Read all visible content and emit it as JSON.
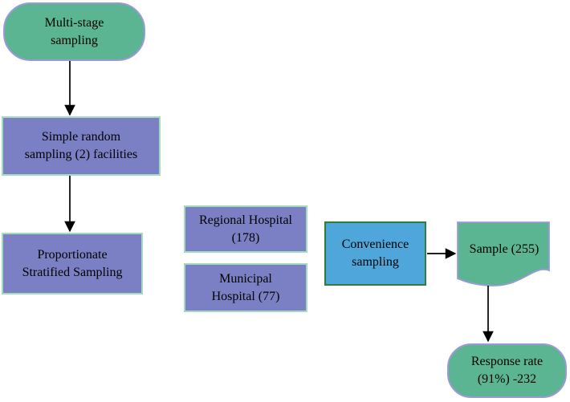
{
  "figure": {
    "type": "flowchart",
    "description": "Sampling procedure flow diagram"
  },
  "nodes": {
    "multi_stage": {
      "line1": "Multi-stage",
      "line2": "sampling"
    },
    "simple_random": {
      "line1": "Simple random",
      "line2": "sampling (2) facilities"
    },
    "proportionate": {
      "line1": "Proportionate",
      "line2": "Stratified Sampling"
    },
    "regional_hospital": {
      "line1": "Regional Hospital",
      "line2": "(178)"
    },
    "municipal_hospital": {
      "line1": "Municipal",
      "line2": "Hospital (77)"
    },
    "convenience": {
      "line1": "Convenience",
      "line2": "sampling"
    },
    "sample": {
      "line1": "Sample (255)"
    },
    "response_rate": {
      "line1": "Response rate",
      "line2": "(91%) -232"
    }
  },
  "connections": [
    {
      "from": "multi_stage",
      "to": "simple_random"
    },
    {
      "from": "simple_random",
      "to": "proportionate"
    },
    {
      "from": "convenience",
      "to": "sample"
    },
    {
      "from": "sample",
      "to": "response_rate"
    }
  ],
  "colors": {
    "terminator_fill": "#5bb492",
    "terminator_border": "#9c9ad6",
    "process_fill": "#7b80c4",
    "process_border": "#a4dabe",
    "convenience_fill": "#4fa6da",
    "convenience_border": "#2f7d3b",
    "document_fill": "#5bb492",
    "document_border": "#9c9ad6",
    "arrow": "#000000",
    "text": "#000000",
    "background": "#ffffff"
  }
}
